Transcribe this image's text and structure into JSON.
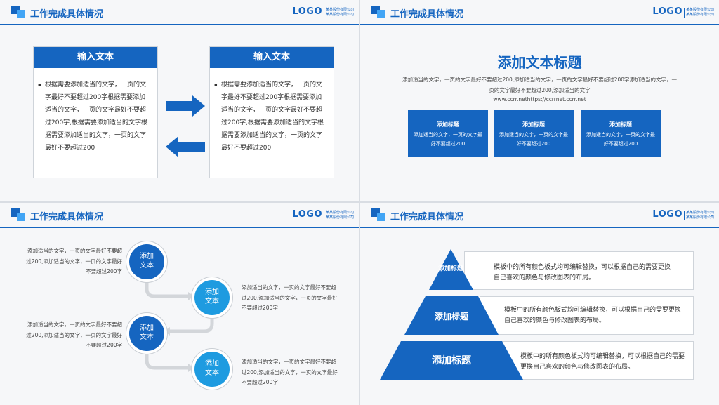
{
  "header": {
    "title": "工作完成具体情况",
    "logo": "LOGO",
    "company_line1": "某某股份有限公司",
    "company_line2": "某某股份有限公司"
  },
  "slide1": {
    "box_title": "输入文本",
    "box_text": "根据需要添加适当的文字，一页的文字最好不要超过200字根据需要添加适当的文字，一页的文字最好不要超过200字,根据需要添加适当的文字根据需要添加适当的文字，一页的文字最好不要超过200"
  },
  "slide2": {
    "title": "添加文本标题",
    "para": "添加适当的文字，一页的文字最好不要超过200,添加适当的文字，一页的文字最好不要超过200字添加适当的文字，一页的文字最好不要超过200,添加适当的文字",
    "url": "www.ccrr.nethttps://ccrrnet.ccrr.net",
    "cards": [
      {
        "title": "添加标题",
        "body": "添加适当的文字，一页的文字最好不要超过200"
      },
      {
        "title": "添加标题",
        "body": "添加适当的文字，一页的文字最好不要超过200"
      },
      {
        "title": "添加标题",
        "body": "添加适当的文字，一页的文字最好不要超过200"
      }
    ]
  },
  "slide3": {
    "nodes": [
      {
        "label": "添加文本",
        "text": "添加适当的文字，一页的文字最好不要超过200,添加适当的文字，一页的文字最好不要超过200字"
      },
      {
        "label": "添加文本",
        "text": "添加适当的文字，一页的文字最好不要超过200,添加适当的文字，一页的文字最好不要超过200字"
      },
      {
        "label": "添加文本",
        "text": "添加适当的文字，一页的文字最好不要超过200,添加适当的文字，一页的文字最好不要超过200字"
      },
      {
        "label": "添加文本",
        "text": "添加适当的文字，一页的文字最好不要超过200,添加适当的文字，一页的文字最好不要超过200字"
      }
    ]
  },
  "slide4": {
    "levels": [
      {
        "label": "添加标题",
        "text": "模板中的所有颜色板式均可编辑替换，可以根据自己的需要更换自己喜欢的颜色与修改图表的布局。"
      },
      {
        "label": "添加标题",
        "text": "模板中的所有颜色板式均可编辑替换，可以根据自己的需要更换自己喜欢的颜色与修改图表的布局。"
      },
      {
        "label": "添加标题",
        "text": "模板中的所有颜色板式均可编辑替换，可以根据自己的需要更换自己喜欢的颜色与修改图表的布局。"
      }
    ]
  },
  "colors": {
    "primary": "#1565c0",
    "secondary": "#1e9be0",
    "background": "#f6f7f9"
  }
}
